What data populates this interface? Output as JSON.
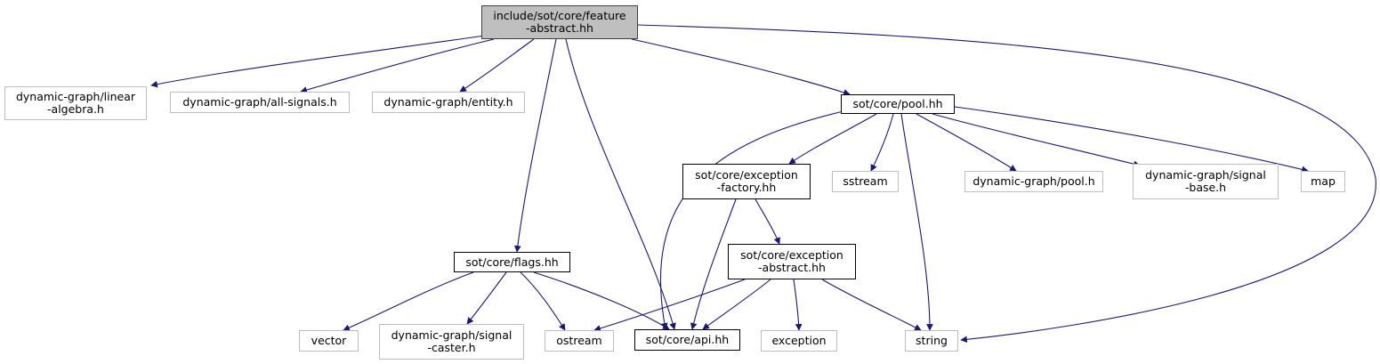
{
  "diagram": {
    "type": "include-dependency-graph",
    "edge_color": "#191970",
    "root_fill": "#bfbfbf",
    "nodes": [
      {
        "id": "root",
        "label": "include/sot/core/feature\n-abstract.hh",
        "kind": "root"
      },
      {
        "id": "linear_algebra",
        "label": "dynamic-graph/linear\n-algebra.h",
        "kind": "external"
      },
      {
        "id": "all_signals",
        "label": "dynamic-graph/all-signals.h",
        "kind": "external"
      },
      {
        "id": "entity",
        "label": "dynamic-graph/entity.h",
        "kind": "external"
      },
      {
        "id": "pool_hh",
        "label": "sot/core/pool.hh",
        "kind": "project"
      },
      {
        "id": "exception_factory",
        "label": "sot/core/exception\n-factory.hh",
        "kind": "project"
      },
      {
        "id": "sstream",
        "label": "sstream",
        "kind": "external"
      },
      {
        "id": "dg_pool",
        "label": "dynamic-graph/pool.h",
        "kind": "external"
      },
      {
        "id": "signal_base",
        "label": "dynamic-graph/signal\n-base.h",
        "kind": "external"
      },
      {
        "id": "map",
        "label": "map",
        "kind": "external"
      },
      {
        "id": "flags",
        "label": "sot/core/flags.hh",
        "kind": "project"
      },
      {
        "id": "exception_abstract",
        "label": "sot/core/exception\n-abstract.hh",
        "kind": "project"
      },
      {
        "id": "vector",
        "label": "vector",
        "kind": "external"
      },
      {
        "id": "signal_caster",
        "label": "dynamic-graph/signal\n-caster.h",
        "kind": "external"
      },
      {
        "id": "ostream",
        "label": "ostream",
        "kind": "external"
      },
      {
        "id": "api",
        "label": "sot/core/api.hh",
        "kind": "project"
      },
      {
        "id": "exception",
        "label": "exception",
        "kind": "external"
      },
      {
        "id": "string",
        "label": "string",
        "kind": "external"
      }
    ],
    "edges": [
      [
        "root",
        "linear_algebra"
      ],
      [
        "root",
        "all_signals"
      ],
      [
        "root",
        "entity"
      ],
      [
        "root",
        "flags"
      ],
      [
        "root",
        "api"
      ],
      [
        "root",
        "pool_hh"
      ],
      [
        "root",
        "string"
      ],
      [
        "pool_hh",
        "api"
      ],
      [
        "pool_hh",
        "exception_factory"
      ],
      [
        "pool_hh",
        "sstream"
      ],
      [
        "pool_hh",
        "string"
      ],
      [
        "pool_hh",
        "dg_pool"
      ],
      [
        "pool_hh",
        "signal_base"
      ],
      [
        "pool_hh",
        "map"
      ],
      [
        "exception_factory",
        "api"
      ],
      [
        "exception_factory",
        "exception_abstract"
      ],
      [
        "exception_abstract",
        "ostream"
      ],
      [
        "exception_abstract",
        "api"
      ],
      [
        "exception_abstract",
        "exception"
      ],
      [
        "exception_abstract",
        "string"
      ],
      [
        "flags",
        "vector"
      ],
      [
        "flags",
        "signal_caster"
      ],
      [
        "flags",
        "ostream"
      ],
      [
        "flags",
        "api"
      ]
    ]
  }
}
